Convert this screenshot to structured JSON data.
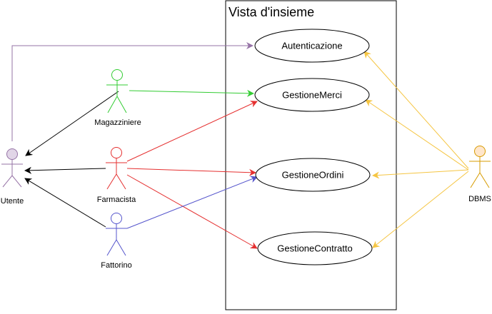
{
  "system": {
    "title": "Vista d'insieme"
  },
  "colors": {
    "utente": "#9673a6",
    "magazziniere": "#33cc33",
    "farmacista": "#e53030",
    "fattorino": "#5555cc",
    "dbms": "#f5c542",
    "generalization": "#000000",
    "utente_fill": "#e1d5e7",
    "dbms_fill": "#ffe6cc",
    "dbms_stroke": "#d79b00"
  },
  "actors": {
    "utente": {
      "label": "Utente"
    },
    "magazziniere": {
      "label": "Magazziniere"
    },
    "farmacista": {
      "label": "Farmacista"
    },
    "fattorino": {
      "label": "Fattorino"
    },
    "dbms": {
      "label": "DBMS"
    }
  },
  "use_cases": {
    "autenticazione": {
      "label": "Autenticazione"
    },
    "gestione_merci": {
      "label": "GestioneMerci"
    },
    "gestione_ordini": {
      "label": "GestioneOrdini"
    },
    "gestione_contratto": {
      "label": "GestioneContratto"
    }
  }
}
